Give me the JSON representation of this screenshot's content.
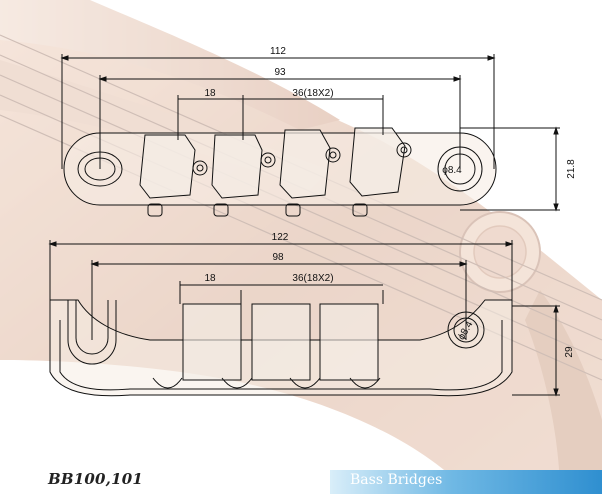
{
  "drawing": {
    "top_view": {
      "dim_overall": "112",
      "dim_post_spacing": "93",
      "dim_saddle": "18",
      "dim_string_spacing": "36(18X2)",
      "dim_height": "21.8",
      "dim_post_hole": "ϕ8.4"
    },
    "side_view": {
      "dim_overall": "122",
      "dim_post_spacing": "98",
      "dim_saddle": "18",
      "dim_string_spacing": "36(18X2)",
      "dim_height": "29",
      "dim_post_hole": "ϕ8.4"
    }
  },
  "footer": {
    "model": "BB100,101",
    "category": "Bass Bridges"
  },
  "colors": {
    "wood": "#c98d6a",
    "wood_light": "#e9c8b2",
    "line": "#111111",
    "banner": "#2f8fd0"
  }
}
